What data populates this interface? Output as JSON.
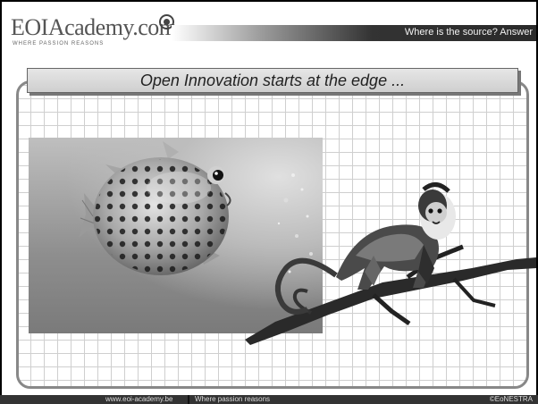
{
  "header": {
    "logo_text": "EOIAcademy.com",
    "logo_tagline": "WHERE PASSION REASONS",
    "source_link": "Where is the source? Answer"
  },
  "slide": {
    "title": "Open Innovation starts at the edge ..."
  },
  "images": {
    "photo": "pufferfish-photo",
    "illustration": "monkey-on-branch-illustration"
  },
  "footer": {
    "url": "www.eoi-academy.be",
    "tagline": "Where passion reasons",
    "copyright": "©EoNESTRA"
  },
  "colors": {
    "frame": "#888888",
    "grid": "#cfcfcf",
    "title_box": "#d9d9d9",
    "footer_bar": "#333333"
  }
}
